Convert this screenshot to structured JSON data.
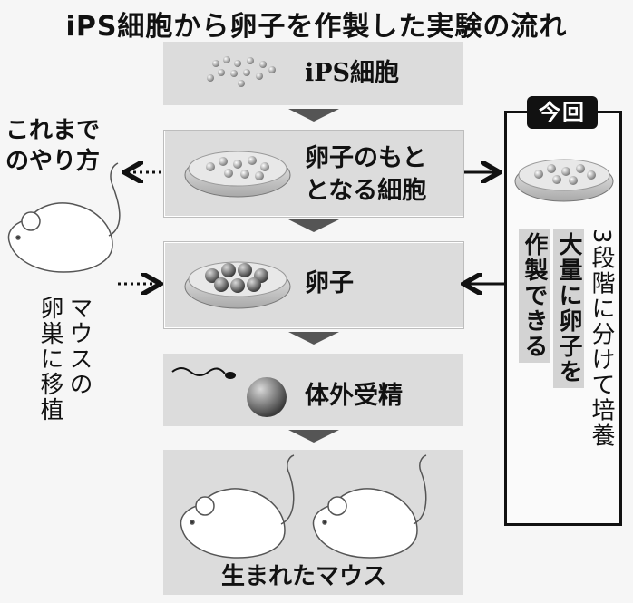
{
  "title": "iPS細胞から卵子を作製した実験の流れ",
  "steps": {
    "ips": "iPS細胞",
    "precursor_line1": "卵子のもと",
    "precursor_line2": "となる細胞",
    "egg": "卵子",
    "ivf": "体外受精",
    "born": "生まれたマウス"
  },
  "left": {
    "heading_line1": "これまで",
    "heading_line2": "のやり方",
    "mouse_caption_col1": "マウスの",
    "mouse_caption_col2": "卵巣に移植"
  },
  "right": {
    "badge": "今回",
    "text_col1": "3段階に分けて培養",
    "text_col2": "大量に卵子を",
    "text_col3": "作製できる"
  }
}
